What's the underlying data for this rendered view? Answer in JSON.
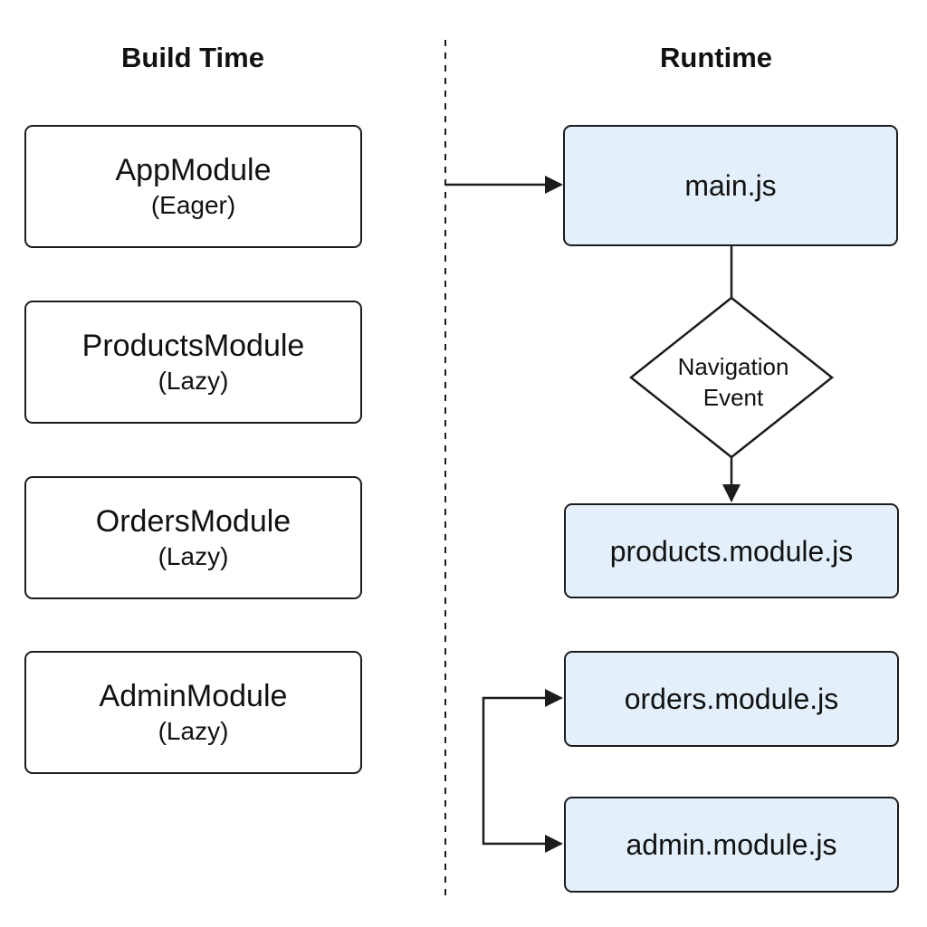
{
  "columns": {
    "build_time": "Build Time",
    "runtime": "Runtime"
  },
  "build_modules": [
    {
      "name": "AppModule",
      "loading": "(Eager)"
    },
    {
      "name": "ProductsModule",
      "loading": "(Lazy)"
    },
    {
      "name": "OrdersModule",
      "loading": "(Lazy)"
    },
    {
      "name": "AdminModule",
      "loading": "(Lazy)"
    }
  ],
  "runtime_nodes": {
    "main": "main.js",
    "decision": {
      "line1": "Navigation",
      "line2": "Event"
    },
    "products": "products.module.js",
    "orders": "orders.module.js",
    "admin": "admin.module.js"
  },
  "colors": {
    "runtime_fill": "#e3f0fc",
    "stroke": "#1c1c1c"
  }
}
